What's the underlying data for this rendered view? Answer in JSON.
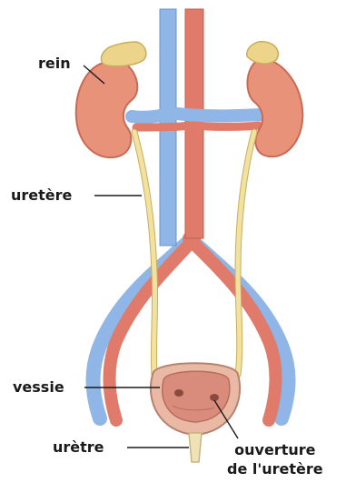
{
  "labels": {
    "kidney": "rein",
    "ureter": "uretère",
    "bladder": "vessie",
    "urethra": "urètre",
    "ureter_opening_line1": "ouverture",
    "ureter_opening_line2": "de l'uretère"
  },
  "colors": {
    "kidney": "#e8927a",
    "kidney_shadow": "#c86a55",
    "adrenal": "#ecd48a",
    "artery": "#e07a6a",
    "vein": "#8fb6e6",
    "ureter": "#f2e2a0",
    "bladder_wall": "#e9b9a6",
    "bladder_inner": "#d98c7c",
    "urethra": "#efe2b8"
  }
}
